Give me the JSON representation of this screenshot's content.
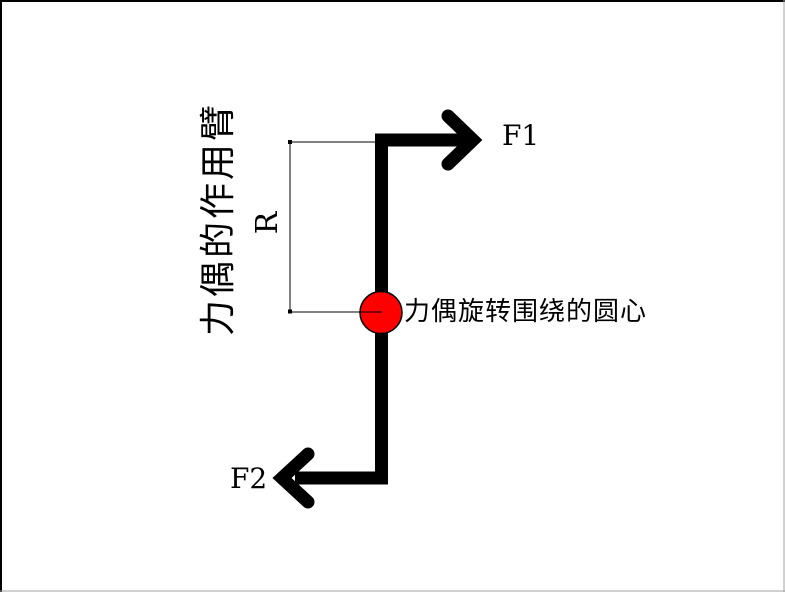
{
  "diagram": {
    "labels": {
      "force_top": "F1",
      "force_bottom": "F2",
      "radius": "R",
      "lever_arm": "力偶的作用臂",
      "pivot_center": "力偶旋转围绕的圆心"
    },
    "colors": {
      "line": "#000000",
      "thin_line": "#000000",
      "pivot_fill": "#ff0000",
      "pivot_stroke": "#000000",
      "frame_dark": "#000000",
      "frame_light": "#a0a0a0",
      "background": "#ffffff"
    }
  }
}
